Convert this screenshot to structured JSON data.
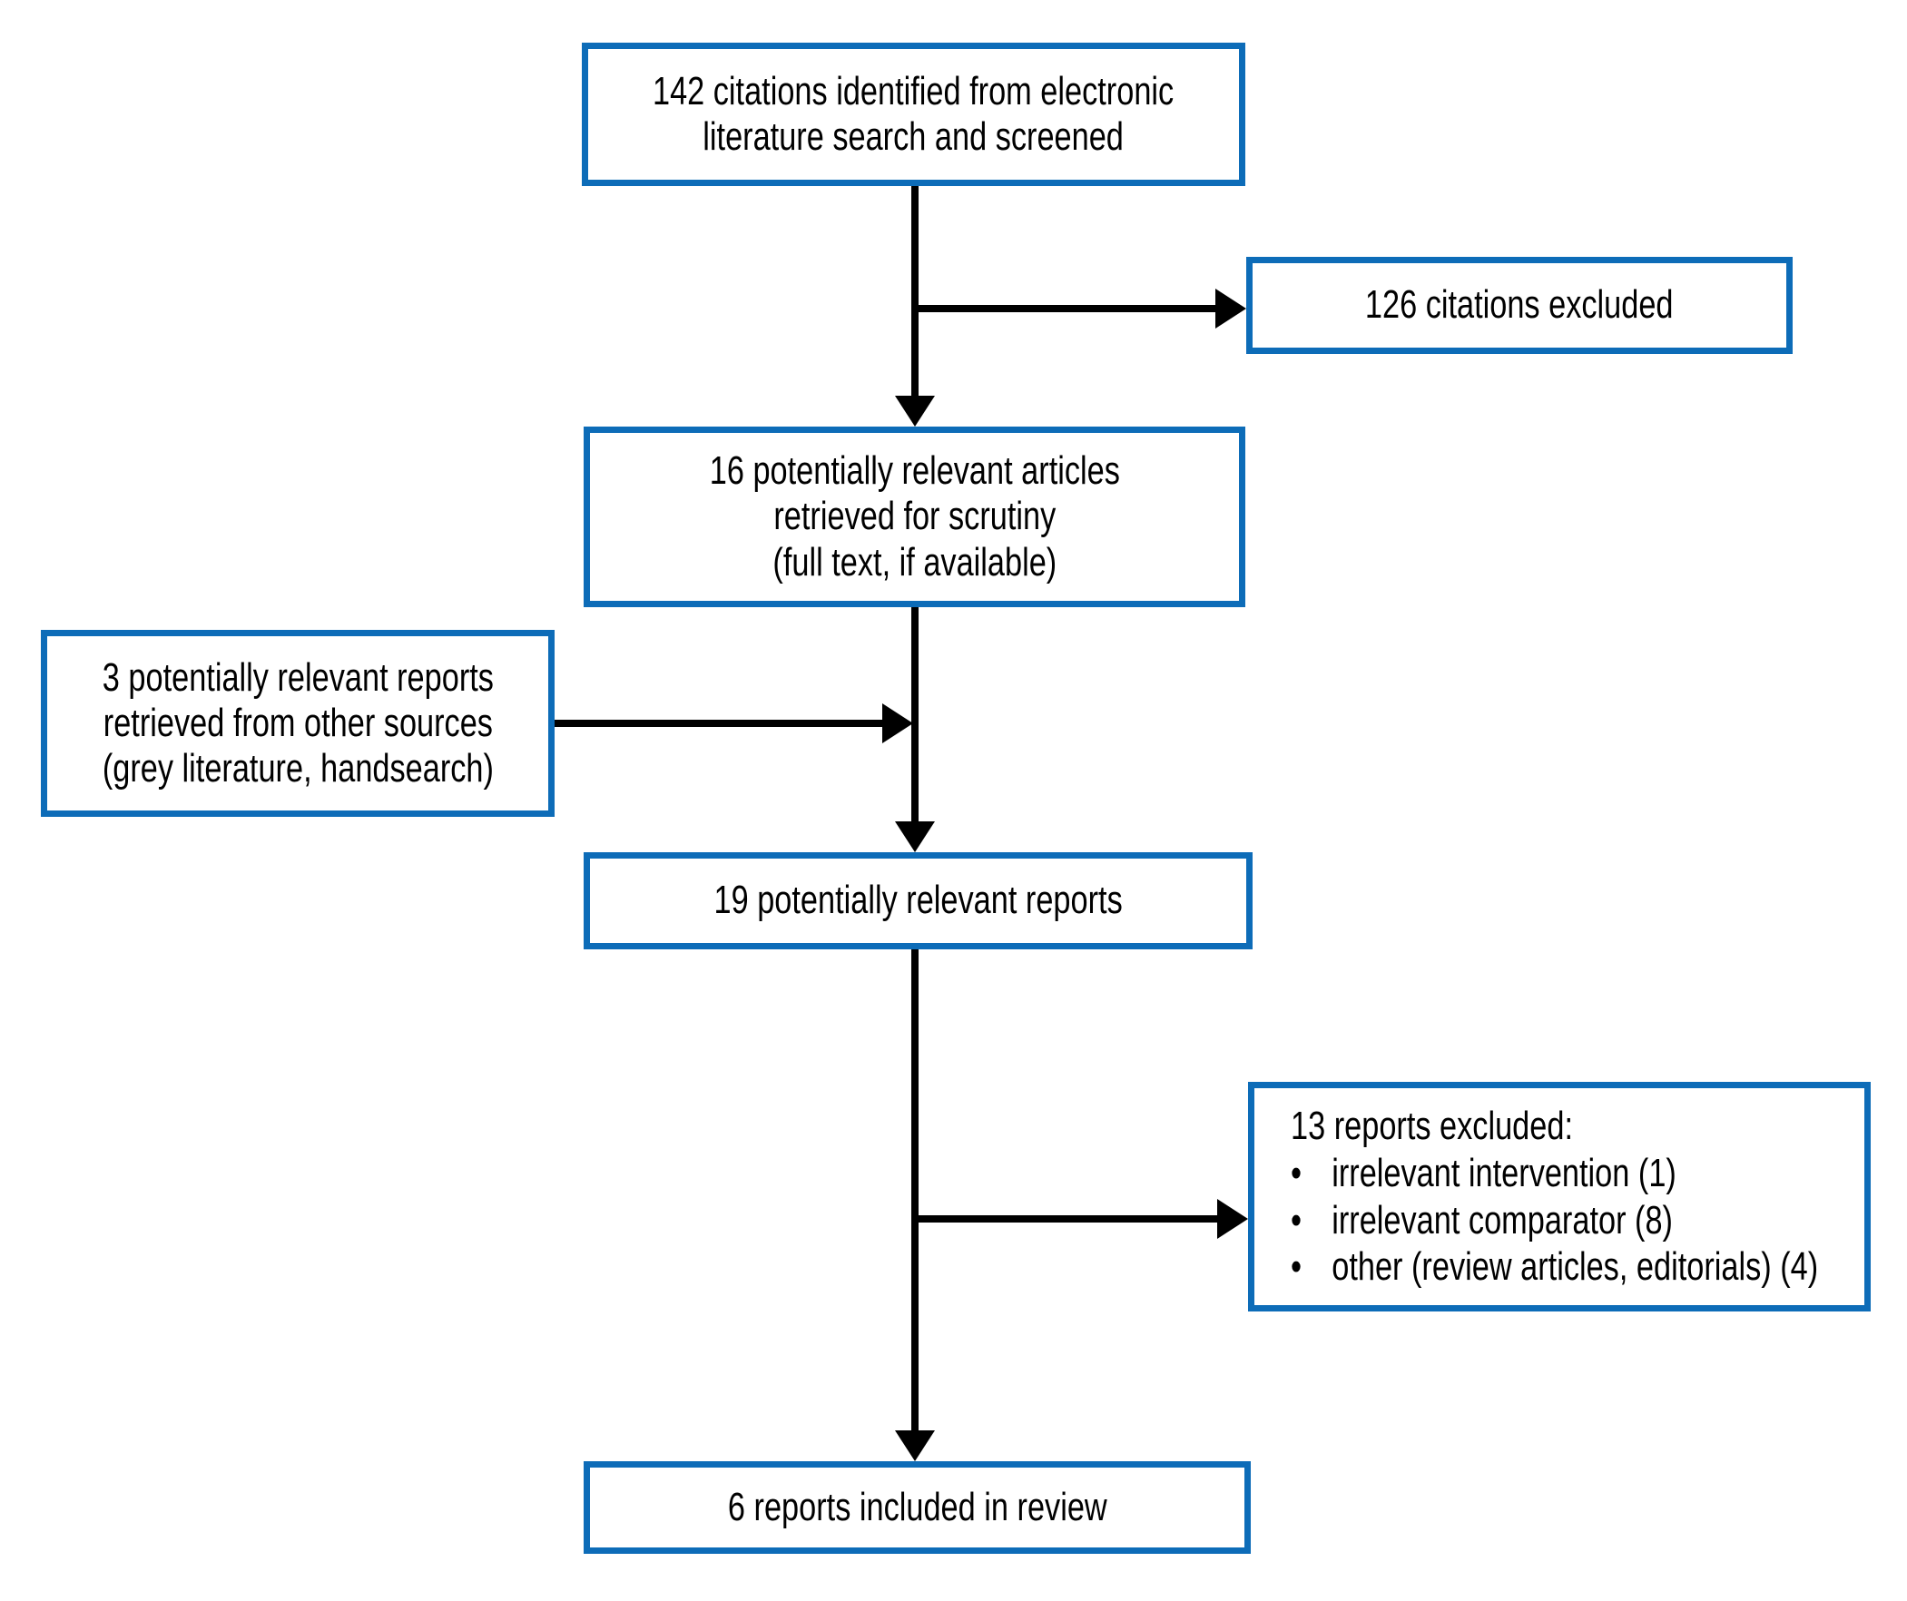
{
  "diagram": {
    "type": "flowchart",
    "accent_color": "#0d6cb8",
    "arrow_color": "#000000",
    "boxes": {
      "identified": {
        "text": "142 citations identified from electronic\nliterature search and screened"
      },
      "citations_excluded": {
        "text": "126 citations excluded"
      },
      "retrieved_scrutiny": {
        "text": "16 potentially relevant articles\nretrieved for scrutiny\n(full text, if available)"
      },
      "other_sources": {
        "text": "3 potentially relevant reports\nretrieved from other sources\n(grey literature, handsearch)"
      },
      "potentially_relevant": {
        "text": "19 potentially relevant reports"
      },
      "reports_excluded": {
        "title": "13 reports excluded:",
        "bullet_glyph": "•",
        "bullets": [
          "irrelevant intervention (1)",
          "irrelevant comparator (8)",
          "other (review articles, editorials) (4)"
        ]
      },
      "included": {
        "text": "6 reports included in review"
      }
    }
  }
}
